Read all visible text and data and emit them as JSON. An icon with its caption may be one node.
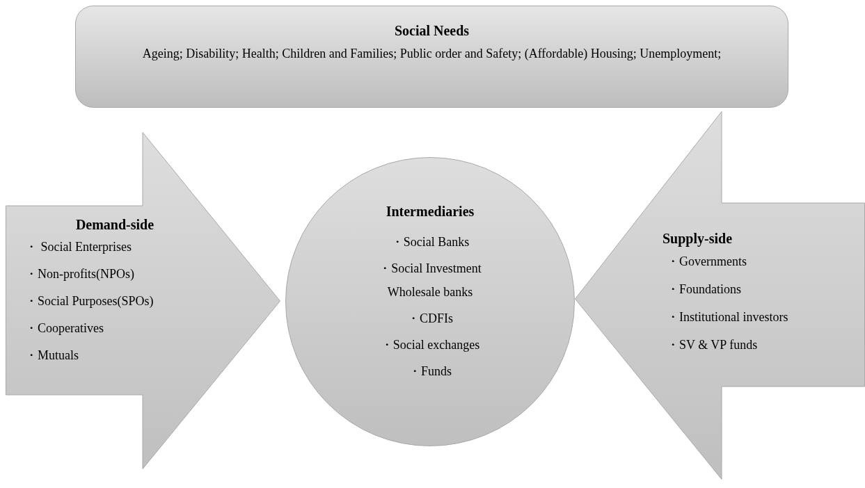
{
  "diagram": {
    "nodes": [
      {
        "text": [
          "Social Needs",
          "Ageing; Disability; Health; Children and Families; Public order and Safety; (Affordable) Housing; Unemployment;"
        ]
      },
      {
        "text": [
          "Demand-side",
          "・ Social Enterprises",
          "・Non-profits(NPOs)",
          "・Social Purposes(SPOs)",
          "・Cooperatives",
          "・Mutuals"
        ]
      },
      {
        "text": [
          "Intermediaries",
          "・Social Banks",
          "・Social Investment Wholesale banks",
          "・CDFIs",
          "・Social exchanges",
          "・Funds"
        ]
      },
      {
        "text": [
          "Supply-side",
          "・Governments",
          "・Foundations",
          "・Institutional investors",
          "・SV & VP funds"
        ]
      }
    ]
  }
}
